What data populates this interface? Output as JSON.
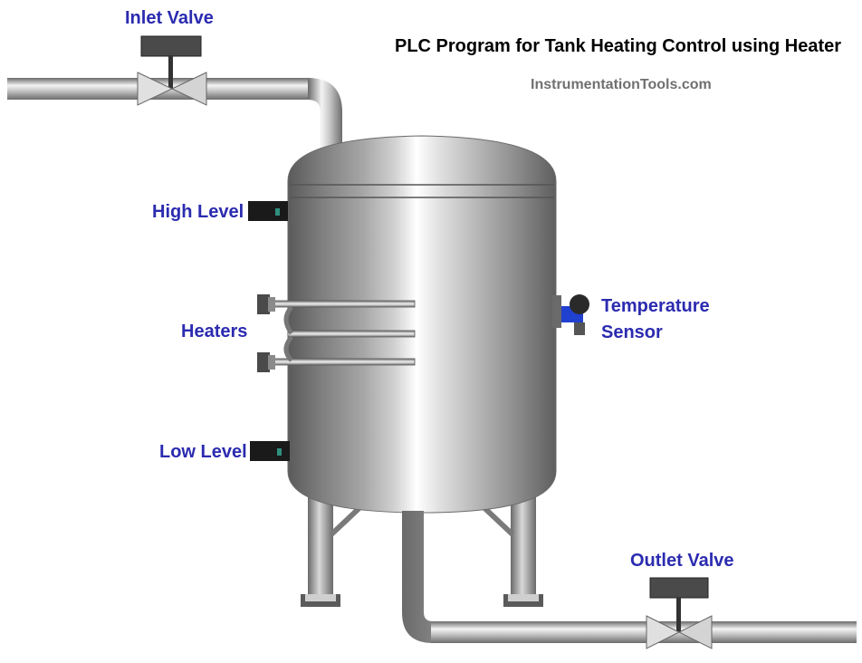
{
  "title": "PLC Program for Tank Heating Control using Heater",
  "website": "InstrumentationTools.com",
  "labels": {
    "inlet_valve": "Inlet Valve",
    "high_level": "High Level",
    "heaters": "Heaters",
    "low_level": "Low Level",
    "temperature_line1": "Temperature",
    "temperature_line2": "Sensor",
    "outlet_valve": "Outlet Valve"
  },
  "colors": {
    "label": "#2b2bb0",
    "title": "#000000",
    "website": "#707070",
    "sensor_body": "#2040d0",
    "level_switch": "#1a1a1a",
    "level_switch_led": "#2f8f7f",
    "valve_actuator": "#4a4a4a"
  }
}
